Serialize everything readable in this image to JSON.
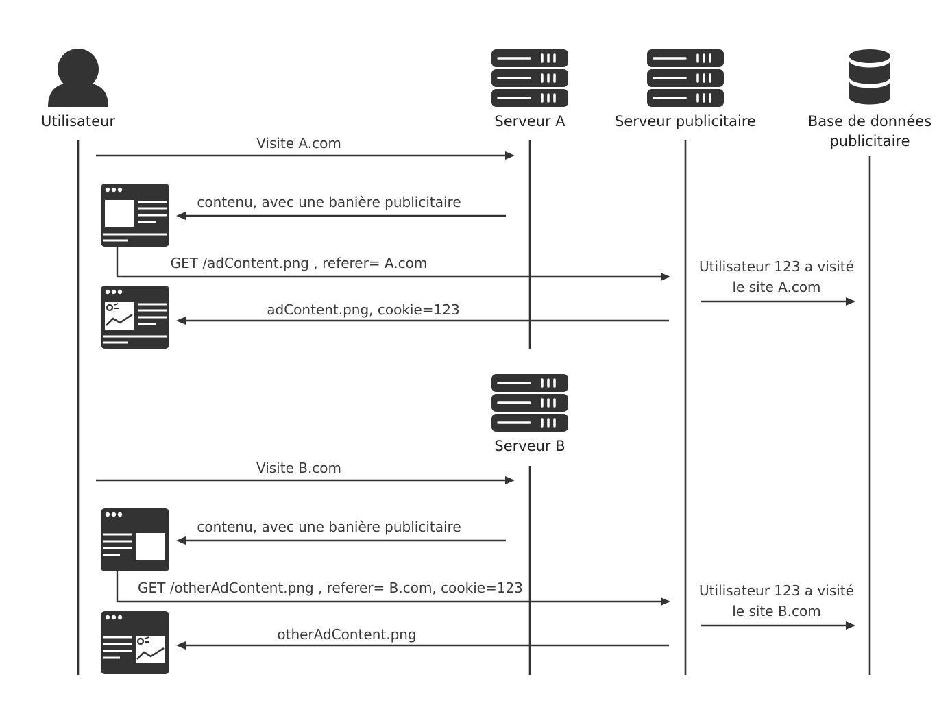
{
  "actors": {
    "user": {
      "label": "Utilisateur",
      "icon": "user-icon"
    },
    "server_a": {
      "label": "Serveur A",
      "icon": "server-icon"
    },
    "ad_server": {
      "label": "Serveur publicitaire",
      "icon": "server-icon"
    },
    "database": {
      "label_line1": "Base de données",
      "label_line2": "publicitaire",
      "icon": "database-icon"
    },
    "server_b": {
      "label": "Serveur B",
      "icon": "server-icon"
    }
  },
  "messages": [
    {
      "id": "visit-a",
      "text": "Visite A.com",
      "from": "Utilisateur",
      "to": "Serveur A"
    },
    {
      "id": "content-a",
      "text": "contenu, avec une banière publicitaire",
      "from": "Serveur A",
      "to": "Utilisateur"
    },
    {
      "id": "get-ad-a",
      "text": "GET /adContent.png , referer= A.com",
      "from": "Utilisateur",
      "to": "Serveur publicitaire"
    },
    {
      "id": "log-a-line1",
      "text": "Utilisateur 123 a visité",
      "from": "Serveur publicitaire",
      "to": "Base de données publicitaire"
    },
    {
      "id": "log-a-line2",
      "text": "le site A.com"
    },
    {
      "id": "ad-response-a",
      "text": "adContent.png, cookie=123",
      "from": "Serveur publicitaire",
      "to": "Utilisateur"
    },
    {
      "id": "visit-b",
      "text": "Visite B.com",
      "from": "Utilisateur",
      "to": "Serveur B"
    },
    {
      "id": "content-b",
      "text": "contenu, avec une banière publicitaire",
      "from": "Serveur B",
      "to": "Utilisateur"
    },
    {
      "id": "get-ad-b",
      "text": "GET /otherAdContent.png , referer= B.com, cookie=123",
      "from": "Utilisateur",
      "to": "Serveur publicitaire"
    },
    {
      "id": "log-b-line1",
      "text": "Utilisateur 123 a visité",
      "from": "Serveur publicitaire",
      "to": "Base de données publicitaire"
    },
    {
      "id": "log-b-line2",
      "text": "le site B.com"
    },
    {
      "id": "ad-response-b",
      "text": "otherAdContent.png",
      "from": "Serveur publicitaire",
      "to": "Utilisateur"
    }
  ],
  "browser_windows": [
    {
      "name": "browser-window-page-a",
      "icon": "webpage-icon"
    },
    {
      "name": "browser-window-page-a-with-ad",
      "icon": "webpage-with-image-icon"
    },
    {
      "name": "browser-window-page-b",
      "icon": "webpage-icon"
    },
    {
      "name": "browser-window-page-b-with-ad",
      "icon": "webpage-with-image-icon"
    }
  ],
  "colors": {
    "ink": "#333333",
    "background": "#ffffff"
  }
}
